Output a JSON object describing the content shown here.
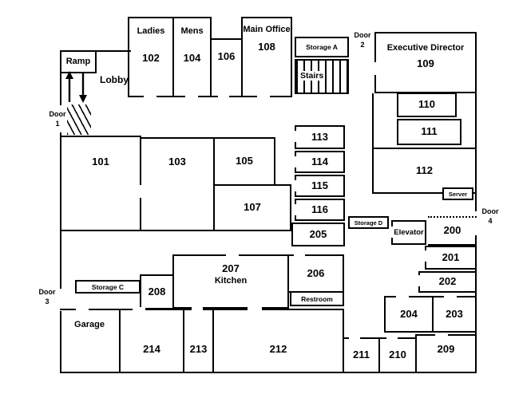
{
  "rooms": {
    "r101": {
      "number": "101"
    },
    "r102": {
      "name": "Ladies",
      "number": "102"
    },
    "r103": {
      "number": "103"
    },
    "r104": {
      "name": "Mens",
      "number": "104"
    },
    "r105": {
      "number": "105"
    },
    "r106": {
      "number": "106"
    },
    "r107": {
      "number": "107"
    },
    "r108": {
      "name": "Main Office",
      "number": "108"
    },
    "r109": {
      "name": "Executive Director",
      "number": "109"
    },
    "r110": {
      "number": "110"
    },
    "r111": {
      "number": "111"
    },
    "r112": {
      "number": "112"
    },
    "r113": {
      "number": "113"
    },
    "r114": {
      "number": "114"
    },
    "r115": {
      "number": "115"
    },
    "r116": {
      "number": "116"
    },
    "r200": {
      "number": "200"
    },
    "r201": {
      "number": "201"
    },
    "r202": {
      "number": "202"
    },
    "r203": {
      "number": "203"
    },
    "r204": {
      "number": "204"
    },
    "r205": {
      "number": "205"
    },
    "r206": {
      "number": "206"
    },
    "r207": {
      "number": "207",
      "name": "Kitchen"
    },
    "r208": {
      "number": "208"
    },
    "r209": {
      "number": "209"
    },
    "r210": {
      "number": "210"
    },
    "r211": {
      "number": "211"
    },
    "r212": {
      "number": "212"
    },
    "r213": {
      "number": "213"
    },
    "r214": {
      "number": "214"
    }
  },
  "areas": {
    "ramp": "Ramp",
    "lobby": "Lobby",
    "stairs": "Stairs",
    "storage_a": "Storage A",
    "storage_c": "Storage C",
    "storage_d": "Storage D",
    "server": "Server",
    "elevator": "Elevator",
    "restroom": "Restroom",
    "garage": "Garage"
  },
  "doors": {
    "door1": {
      "word": "Door",
      "num": "1"
    },
    "door2": {
      "word": "Door",
      "num": "2"
    },
    "door3": {
      "word": "Door",
      "num": "3"
    },
    "door4": {
      "word": "Door",
      "num": "4"
    }
  },
  "colors": {
    "wall": "#000000",
    "background": "#ffffff"
  }
}
